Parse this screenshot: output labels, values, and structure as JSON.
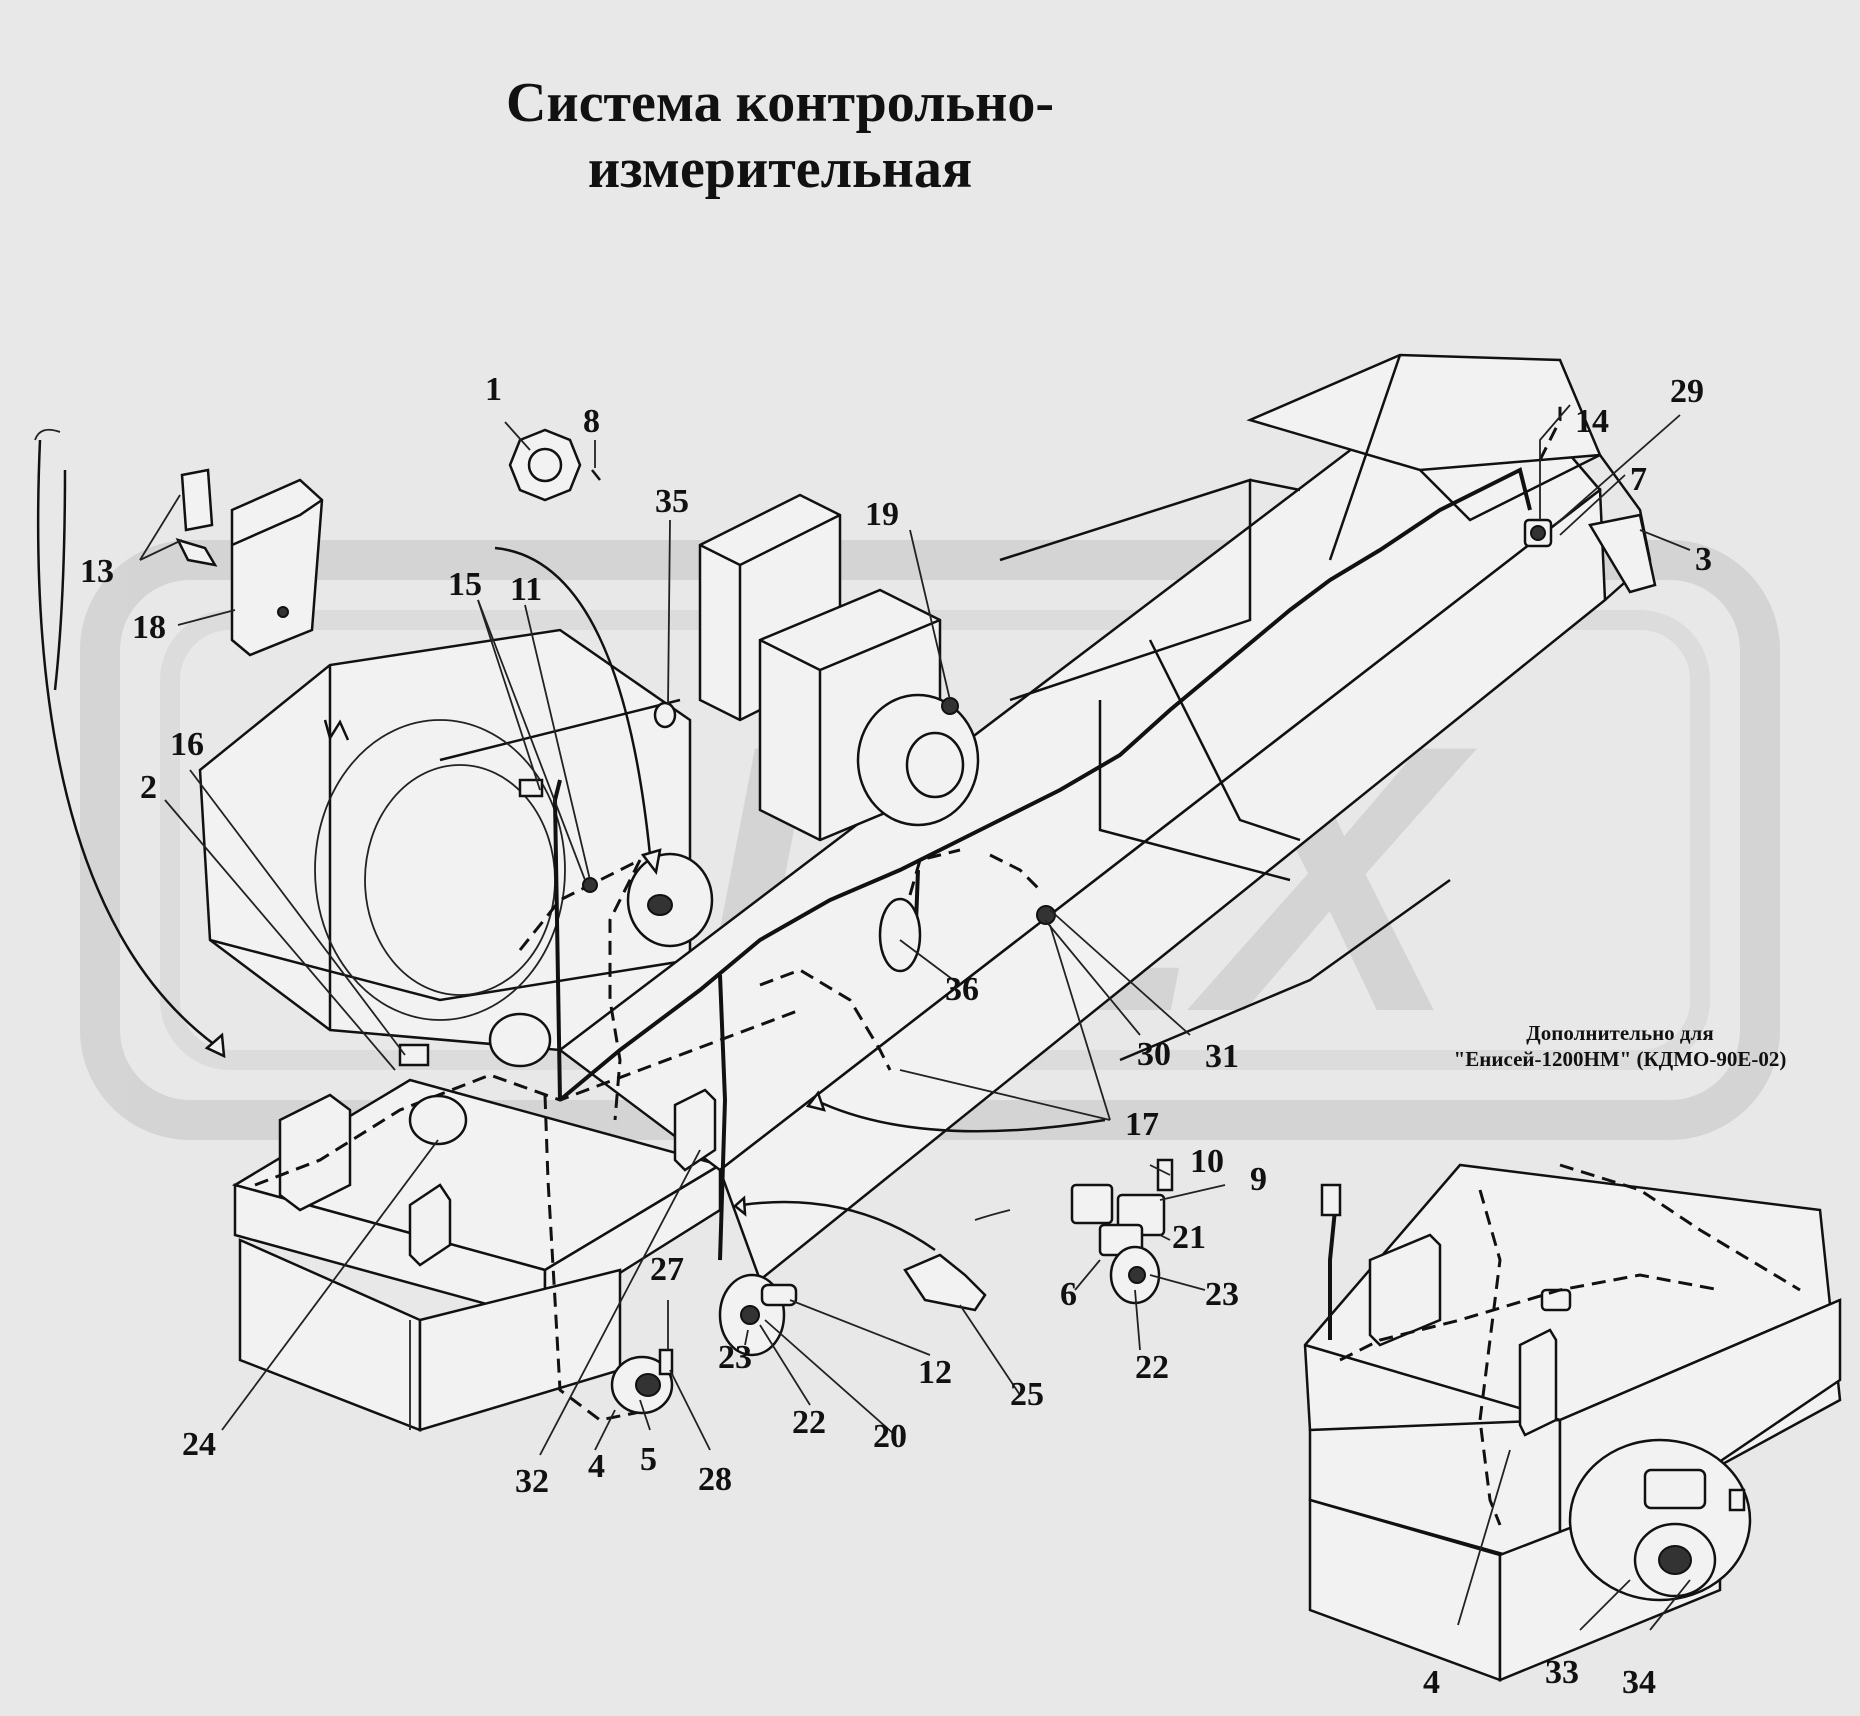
{
  "title": {
    "line1": "Система контрольно-",
    "line2": "измерительная"
  },
  "note": {
    "line1": "Дополнительно для",
    "line2": "\"Енисей-1200НМ\" (КДМО-90Е-02)"
  },
  "watermark": "OPEX",
  "callouts": {
    "c1": "1",
    "c2": "2",
    "c3": "3",
    "c4a": "4",
    "c4b": "4",
    "c5": "5",
    "c6": "6",
    "c7": "7",
    "c8": "8",
    "c9": "9",
    "c10": "10",
    "c11": "11",
    "c12": "12",
    "c13": "13",
    "c14": "14",
    "c15": "15",
    "c16": "16",
    "c17": "17",
    "c18": "18",
    "c19": "19",
    "c20": "20",
    "c21": "21",
    "c22a": "22",
    "c22b": "22",
    "c23a": "23",
    "c23b": "23",
    "c24": "24",
    "c25": "25",
    "c27": "27",
    "c28": "28",
    "c29": "29",
    "c30": "30",
    "c31": "31",
    "c32": "32",
    "c33": "33",
    "c34": "34",
    "c35": "35",
    "c36": "36"
  },
  "colors": {
    "background": "#e8e8e8",
    "line": "#111111",
    "watermark": "#c4c4c4"
  }
}
